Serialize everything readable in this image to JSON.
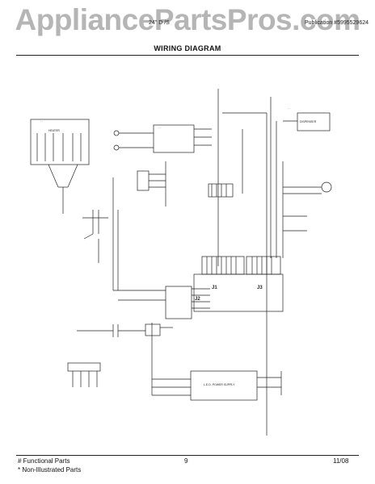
{
  "header": {
    "watermark": "AppliancePartsPros.com",
    "left_fragment": "24\" D  /S",
    "right_fragment": "Publication #5995529624",
    "title": "WIRING DIAGRAM"
  },
  "footer": {
    "legend_functional": "# Functional Parts",
    "legend_non_illustrated": "* Non-Illustrated Parts",
    "page_number": "9",
    "date": "11/08"
  },
  "diagram": {
    "labels": {
      "heater": "HEATER",
      "dispenser": "DISPENSER",
      "j1": "J1",
      "j2": "J2",
      "j3": "J3",
      "power_supply": "L.E.D. POWER SUPPLY"
    }
  },
  "colors": {
    "line": "#222222",
    "watermark": "#888888"
  }
}
